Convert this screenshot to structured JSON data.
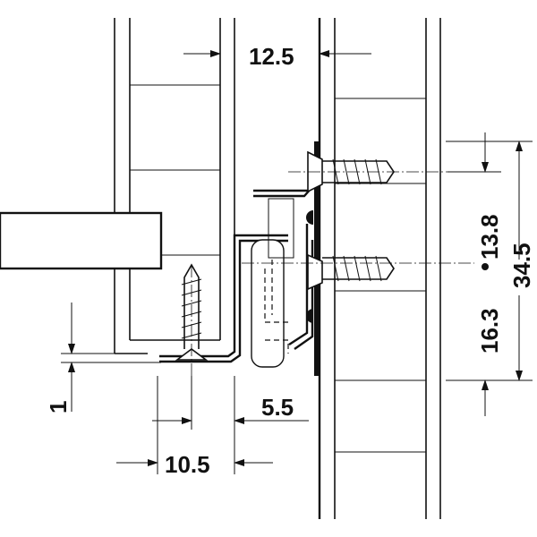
{
  "dimensions": {
    "gap_top": "12.5",
    "screw_spacing": "13.8",
    "total_height": "34.5",
    "bottom_offset": "16.3",
    "bottom_clearance": "1",
    "slide_width": "5.5",
    "screw_inset": "10.5"
  }
}
